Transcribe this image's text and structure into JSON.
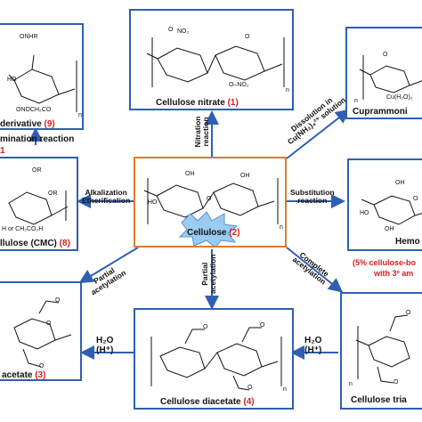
{
  "boxes": {
    "derivative": {
      "label": "derivative",
      "number": "(9)",
      "groups": [
        "ONHR",
        "HO",
        "ONOCH₂CO",
        "n"
      ]
    },
    "nitrate": {
      "label": "Cellulose nitrate",
      "number": "(1)",
      "groups": [
        "O",
        "NO₂",
        "O–NO₂",
        "O",
        "n"
      ]
    },
    "cuprammonium": {
      "label": "Cuprammoni",
      "groups": [
        "O",
        "Cu(H₂O)₂",
        "n"
      ]
    },
    "cmc": {
      "label": "llulose (CMC)",
      "number": "(8)",
      "groups": [
        "OR",
        "OR",
        "H or CH₂CO₂H"
      ]
    },
    "center": {
      "label": "Cellulose",
      "number": "(2)",
      "groups": [
        "OH",
        "HO",
        "O",
        "OH",
        "n"
      ]
    },
    "hemo": {
      "label": "Hemo",
      "groups": [
        "OH",
        "HO",
        "O",
        "OH"
      ]
    },
    "acetate": {
      "label": "acetate",
      "number": "(3)",
      "groups": [
        "O",
        "O",
        "O"
      ]
    },
    "diacetate": {
      "label": "Cellulose diacetate",
      "number": "(4)",
      "groups": [
        "O",
        "O",
        "O",
        "n"
      ]
    },
    "triacetate": {
      "label": "Cellulose tria",
      "groups": [
        "O",
        "O",
        "n"
      ]
    }
  },
  "notes": {
    "hemo_line1": "(5% cellulose-bo",
    "hemo_line2": "with 3º am",
    "amination": "mination reaction",
    "amination_mark": "1"
  },
  "reactions": {
    "nitration": "Nitration",
    "nitration2": "reaction",
    "dissolution": "Dissolution in",
    "dissolution2": "Cu(NH₃)₄²⁺ solution",
    "alkalization": "Alkalization",
    "etherification": "Etherification",
    "substitution": "Substitution",
    "substitution2": "reaction",
    "partial_acetylation_left": "Partial",
    "partial_acetylation_left2": "acetylation",
    "partial_acetylation_down": "Partial",
    "partial_acetylation_down2": "acetylation",
    "complete_acetylation": "Complete",
    "complete_acetylation2": "acetylation",
    "h2o_left": "H₂O",
    "h_left": "(H⁺)",
    "h2o_right": "H₂O",
    "h_right": "(H⁺)"
  },
  "colors": {
    "box_border": "#2f5fb3",
    "arrow": "#2f5fb3",
    "center_border": "#e07a2e",
    "number": "#d42020",
    "starburst": "#9ccbf0"
  }
}
